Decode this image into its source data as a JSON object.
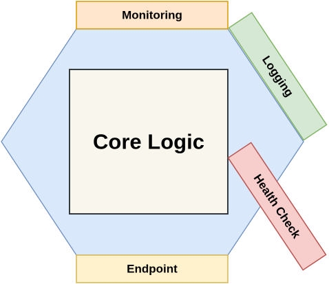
{
  "diagram": {
    "core": {
      "label": "Core Logic",
      "fill": "#f9f7ed",
      "stroke": "#36393d"
    },
    "hexagon": {
      "fill": "#dae8fc",
      "stroke": "#6c8ebf"
    },
    "modules": {
      "monitoring": {
        "label": "Monitoring",
        "fill": "#ffe6cc",
        "stroke": "#d79b00"
      },
      "logging": {
        "label": "Logging",
        "fill": "#d5e8d4",
        "stroke": "#82b366"
      },
      "health_check": {
        "label": "Health Check",
        "fill": "#f8cecc",
        "stroke": "#b85450"
      },
      "endpoint": {
        "label": "Endpoint",
        "fill": "#fff2cc",
        "stroke": "#d6b656"
      }
    }
  }
}
